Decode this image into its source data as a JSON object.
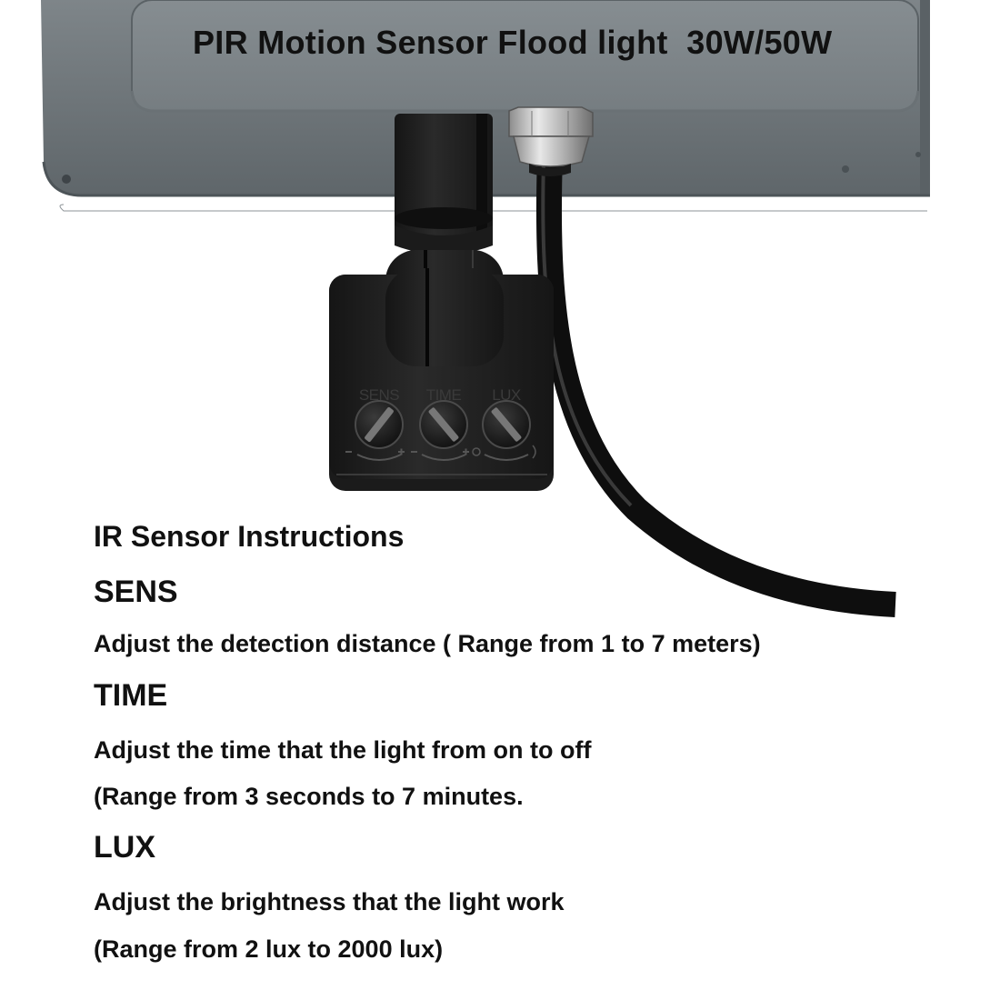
{
  "title": "PIR Motion Sensor Flood light  30W/50W",
  "device": {
    "knob_labels": [
      "SENS",
      "TIME",
      "LUX"
    ]
  },
  "instructions": {
    "heading": "IR Sensor Instructions",
    "sens": {
      "title": "SENS",
      "lines": [
        "Adjust the detection distance ( Range from 1 to 7 meters)"
      ]
    },
    "time": {
      "title": "TIME",
      "lines": [
        "Adjust the time that the light from on to off",
        "(Range from 3 seconds to 7 minutes."
      ]
    },
    "lux": {
      "title": "LUX",
      "lines": [
        "Adjust the brightness that the light work",
        "(Range from 2 lux to 2000 lux)"
      ]
    }
  },
  "colors": {
    "housing": "#6f767a",
    "housing_panel": "#7c8387",
    "sensor_body": "#1c1c1c",
    "cable": "#111111",
    "text": "#111111"
  }
}
